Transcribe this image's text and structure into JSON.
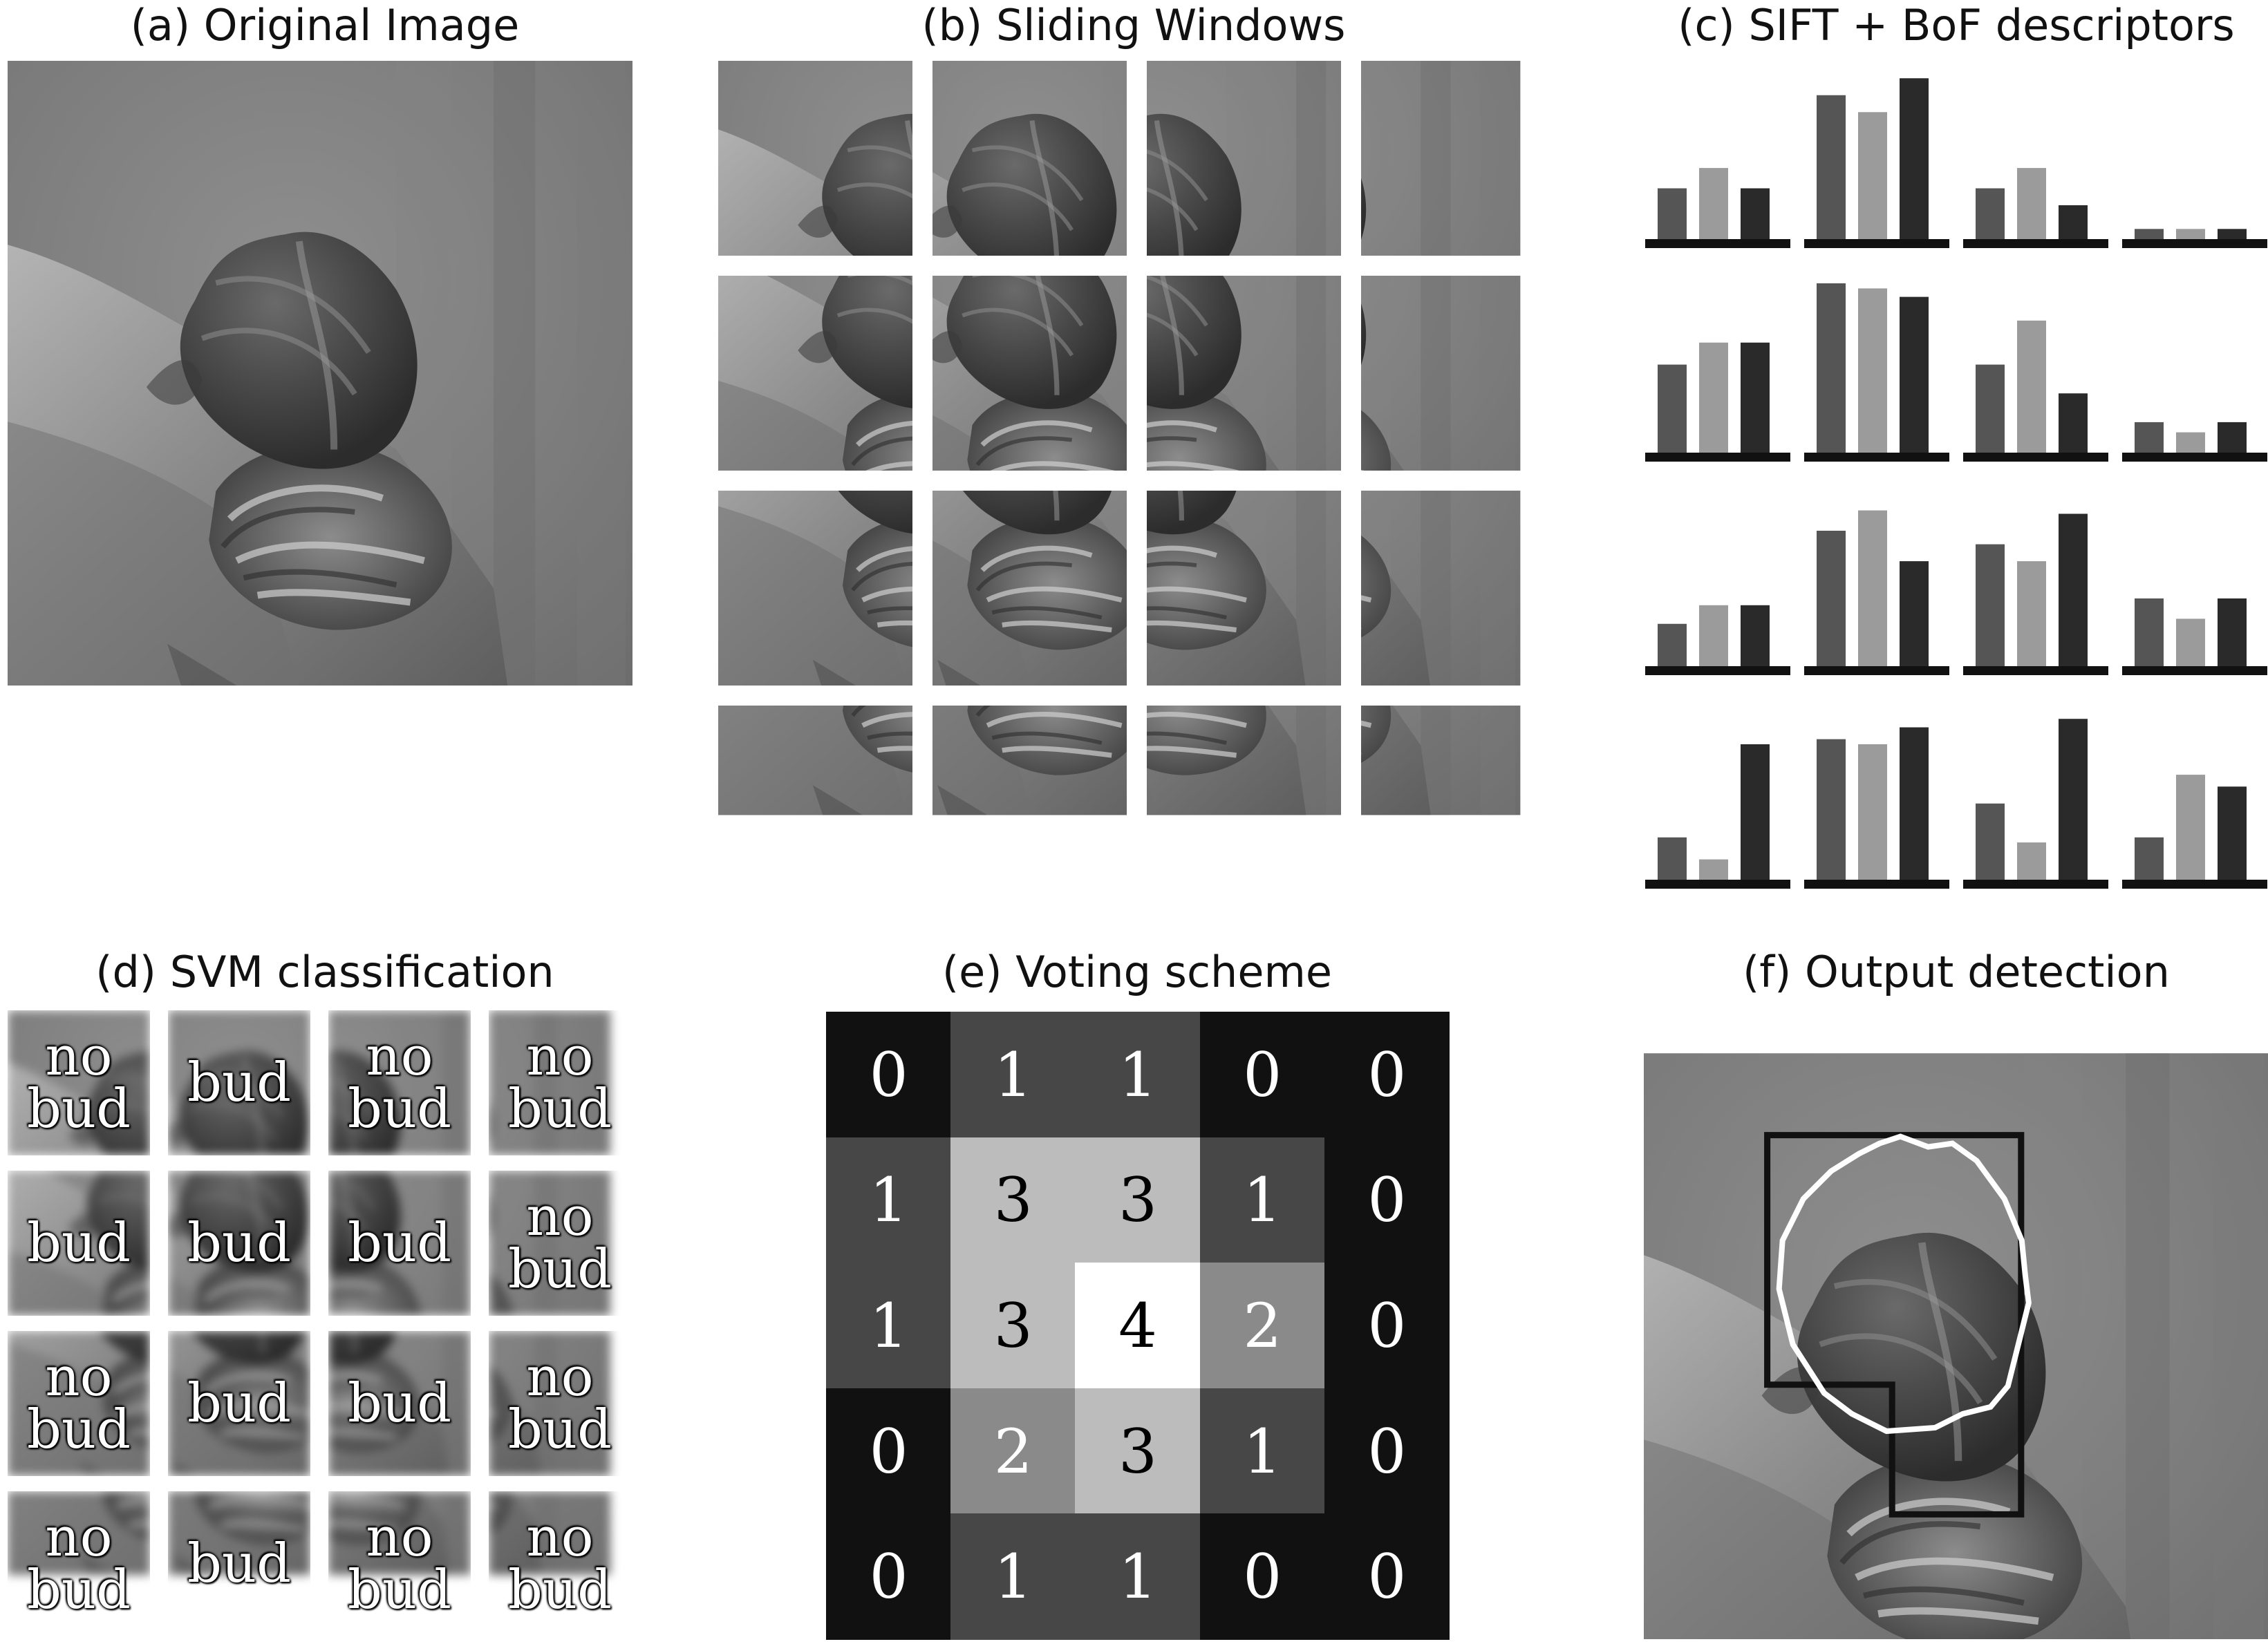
{
  "panels": {
    "a": {
      "title": "(a) Original Image"
    },
    "b": {
      "title": "(b) Sliding Windows"
    },
    "c": {
      "title": "(c) SIFT + BoF descriptors"
    },
    "d": {
      "title": "(d) SVM classification"
    },
    "e": {
      "title": "(e) Voting scheme"
    },
    "f": {
      "title": "(f) Output detection"
    }
  },
  "histograms": [
    [
      [
        0.3,
        0.42,
        0.3
      ],
      [
        0.85,
        0.75,
        0.95
      ],
      [
        0.3,
        0.42,
        0.2
      ],
      [
        0.06,
        0.06,
        0.06
      ]
    ],
    [
      [
        0.52,
        0.65,
        0.65
      ],
      [
        1.0,
        0.97,
        0.92
      ],
      [
        0.52,
        0.78,
        0.35
      ],
      [
        0.18,
        0.12,
        0.18
      ]
    ],
    [
      [
        0.25,
        0.36,
        0.36
      ],
      [
        0.8,
        0.92,
        0.62
      ],
      [
        0.72,
        0.62,
        0.9
      ],
      [
        0.4,
        0.28,
        0.4
      ]
    ],
    [
      [
        0.25,
        0.12,
        0.8
      ],
      [
        0.83,
        0.8,
        0.9
      ],
      [
        0.45,
        0.22,
        0.95
      ],
      [
        0.25,
        0.62,
        0.55
      ]
    ]
  ],
  "svm_labels": [
    [
      "no bud",
      "bud",
      "no bud",
      "no bud"
    ],
    [
      "bud",
      "bud",
      "bud",
      "no bud"
    ],
    [
      "no bud",
      "bud",
      "bud",
      "no bud"
    ],
    [
      "no bud",
      "bud",
      "no bud",
      "no bud"
    ]
  ],
  "votes": [
    [
      "0",
      "1",
      "1",
      "0",
      "0"
    ],
    [
      "1",
      "3",
      "3",
      "1",
      "0"
    ],
    [
      "1",
      "3",
      "4",
      "2",
      "0"
    ],
    [
      "0",
      "2",
      "3",
      "1",
      "0"
    ],
    [
      "0",
      "1",
      "1",
      "0",
      "0"
    ]
  ],
  "vote_values": [
    [
      0,
      1,
      1,
      0,
      0
    ],
    [
      1,
      3,
      3,
      1,
      0
    ],
    [
      1,
      3,
      4,
      2,
      0
    ],
    [
      0,
      2,
      3,
      1,
      0
    ],
    [
      0,
      1,
      1,
      0,
      0
    ]
  ],
  "colors": {
    "hist_dark": "#555555",
    "hist_light": "#9b9b9b",
    "hist_black": "#2a2a2a",
    "box_black": "#111111",
    "contour_white": "#ffffff"
  }
}
